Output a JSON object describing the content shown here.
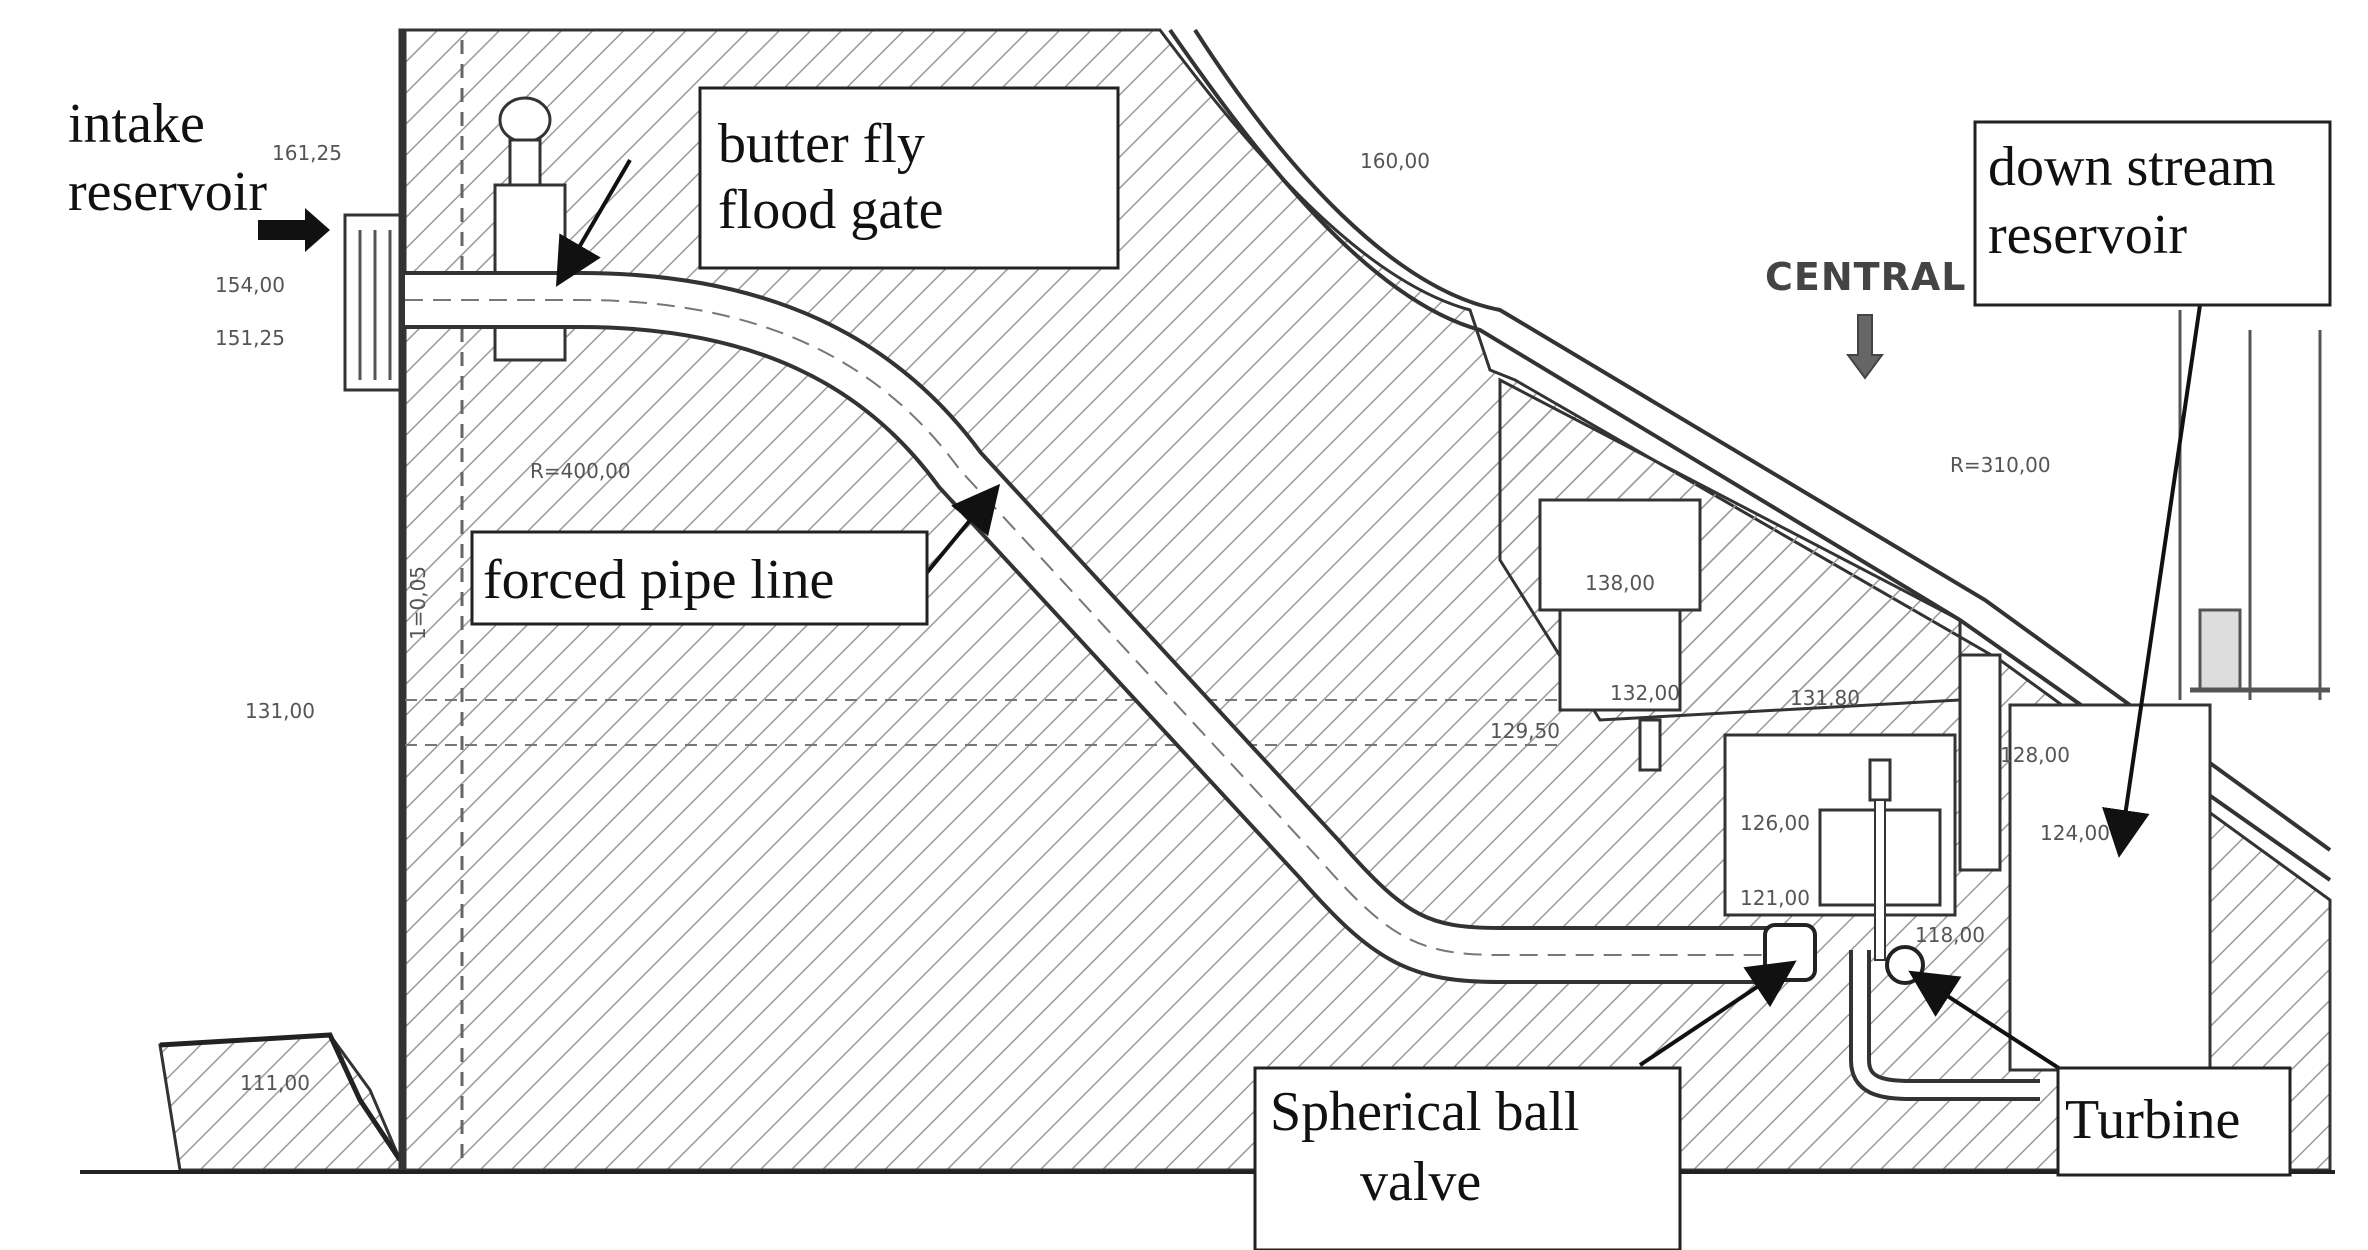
{
  "labels": {
    "intake_line1": "intake",
    "intake_line2": "reservoir",
    "butterfly_line1": "butter fly",
    "butterfly_line2": "flood gate",
    "downstream_line1": "down stream",
    "downstream_line2": "reservoir",
    "forced_pipe": "forced pipe line",
    "spherical_line1": "Spherical ball",
    "spherical_line2": "valve",
    "turbine": "Turbine",
    "central": "CENTRAL"
  },
  "dimensions": {
    "d161_25": "161,25",
    "d160_00": "160,00",
    "d154_00": "154,00",
    "d151_25": "151,25",
    "r400": "R=400,00",
    "r310": "R=310,00",
    "slope": "1=0,05",
    "d138_00": "138,00",
    "d132_00": "132,00",
    "d131_80": "131,80",
    "d131_00": "131,00",
    "d129_50": "129,50",
    "d128_00": "128,00",
    "d126_00": "126,00",
    "d124_00": "124,00",
    "d121_00": "121,00",
    "d118_00": "118,00",
    "d111_00": "111,00"
  },
  "colors": {
    "ink": "#111111",
    "hatch": "#9a9a9a",
    "outline": "#333333",
    "box_fill": "#ffffff"
  }
}
